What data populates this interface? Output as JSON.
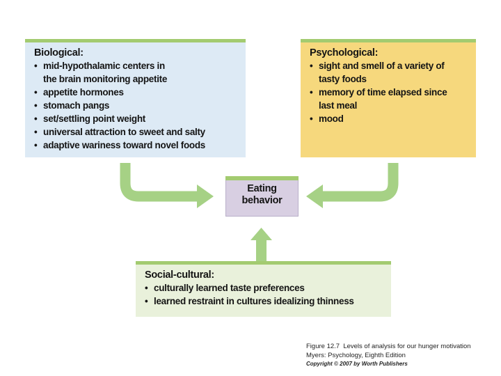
{
  "colors": {
    "bar_green": "#a3cb70",
    "arrow_green": "#a6d185",
    "biological_fill": "#ddeaf5",
    "psychological_fill": "#f6d87d",
    "social_fill": "#e9f1db",
    "eating_fill": "#d8cfe2"
  },
  "boxes": {
    "biological": {
      "heading": "Biological:",
      "bullets": [
        "mid-hypothalamic centers in\nthe brain monitoring appetite",
        "appetite hormones",
        "stomach pangs",
        "set/settling point weight",
        "universal attraction to sweet and salty",
        "adaptive wariness toward novel foods"
      ]
    },
    "psychological": {
      "heading": "Psychological:",
      "bullets": [
        "sight and smell of a variety of\ntasty foods",
        "memory of time elapsed since\nlast meal",
        "mood"
      ]
    },
    "social_cultural": {
      "heading": "Social-cultural:",
      "bullets": [
        "culturally learned taste preferences",
        "learned restraint in cultures idealizing thinness"
      ]
    },
    "center": {
      "label": "Eating behavior"
    }
  },
  "caption": {
    "line1": "Figure 12.7  Levels of analysis for our hunger motivation",
    "line2": "Myers: Psychology, Eighth Edition",
    "line3": "Copyright © 2007 by Worth Publishers"
  }
}
